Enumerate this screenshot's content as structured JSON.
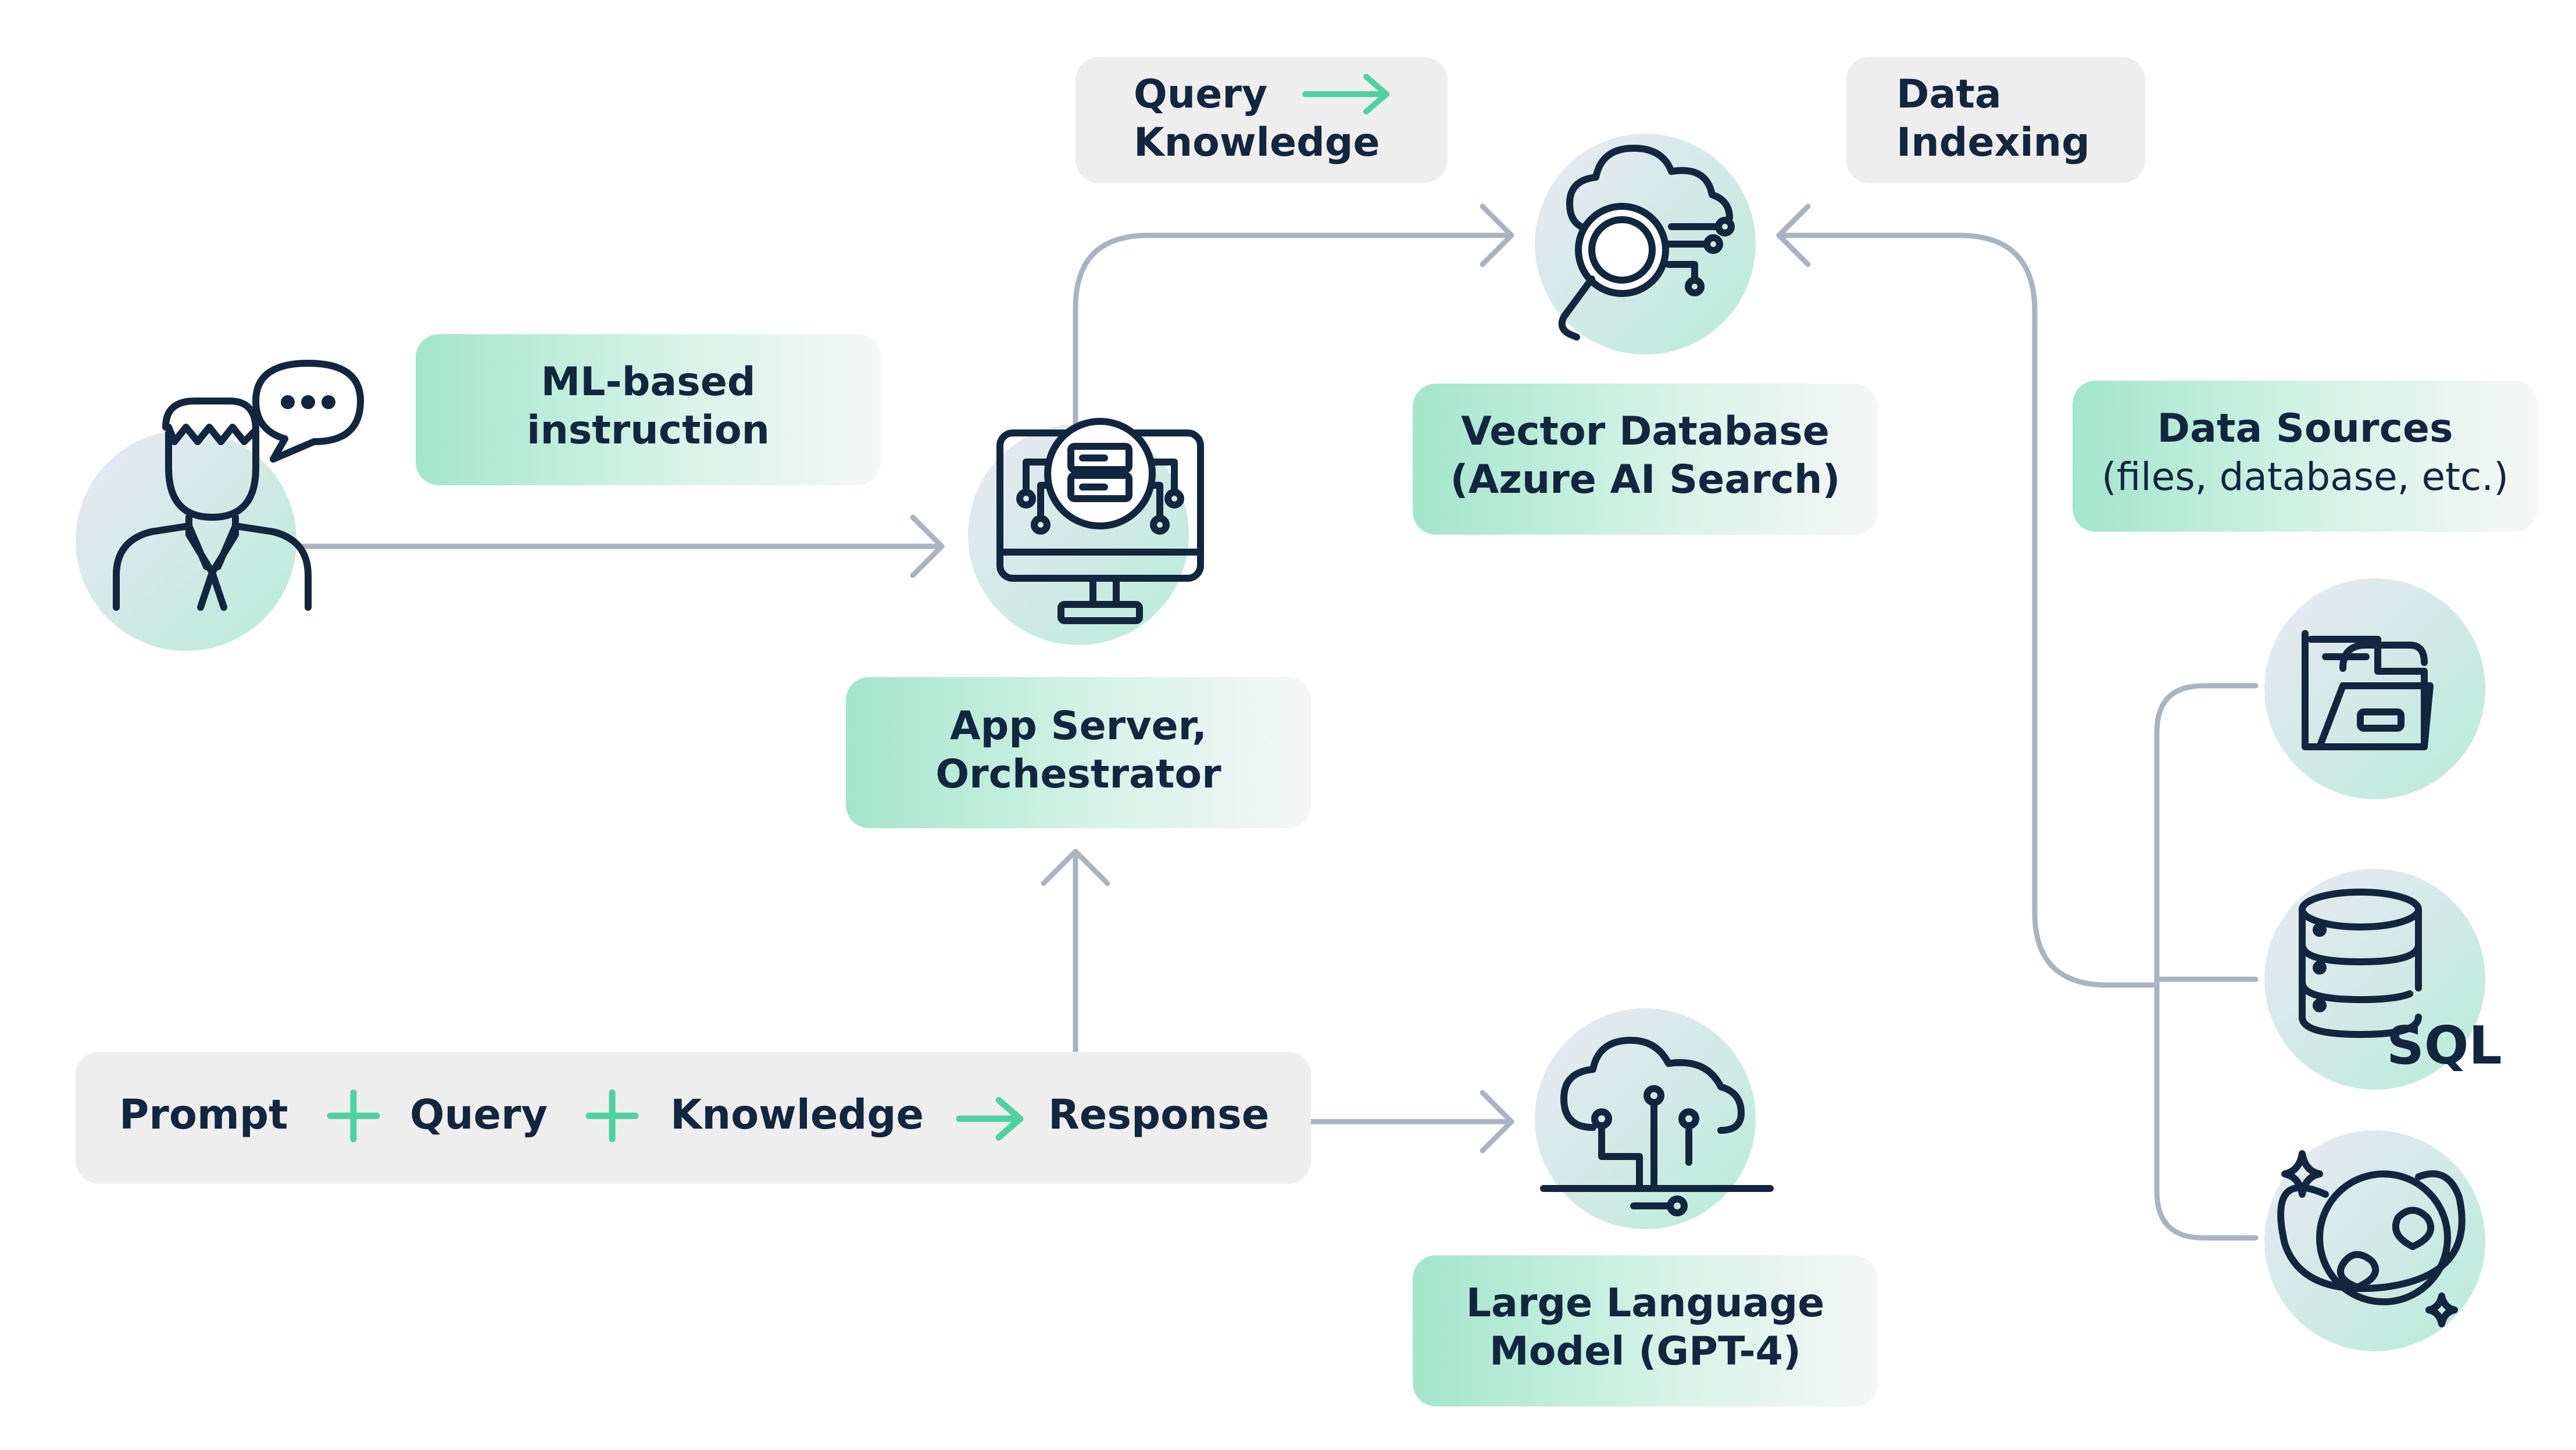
{
  "labels": {
    "ml_instruction": [
      "ML-based",
      "instruction"
    ],
    "app_server": [
      "App Server,",
      "Orchestrator"
    ],
    "vector_db": [
      "Vector Database",
      "(Azure AI Search)"
    ],
    "query_knowledge": [
      "Query",
      "Knowledge"
    ],
    "data_indexing": [
      "Data",
      "Indexing"
    ],
    "data_sources": [
      "Data Sources",
      "(files, database, etc.)"
    ],
    "llm": [
      "Large Language",
      "Model (GPT-4)"
    ]
  },
  "formula": {
    "prompt": "Prompt",
    "query": "Query",
    "knowledge": "Knowledge",
    "response": "Response"
  },
  "sql_text": "SQL",
  "icons": [
    "user-icon",
    "speech-bubble-icon",
    "server-monitor-icon",
    "cloud-search-icon",
    "cloud-circuit-icon",
    "folder-icon",
    "sql-database-icon",
    "planet-icon"
  ],
  "colors": {
    "ink": "#12263f",
    "mint": "#4fd1a1",
    "connector": "#aab3c0",
    "box_grey": "#eeeeee",
    "box_mint": "#a7e6cf"
  }
}
